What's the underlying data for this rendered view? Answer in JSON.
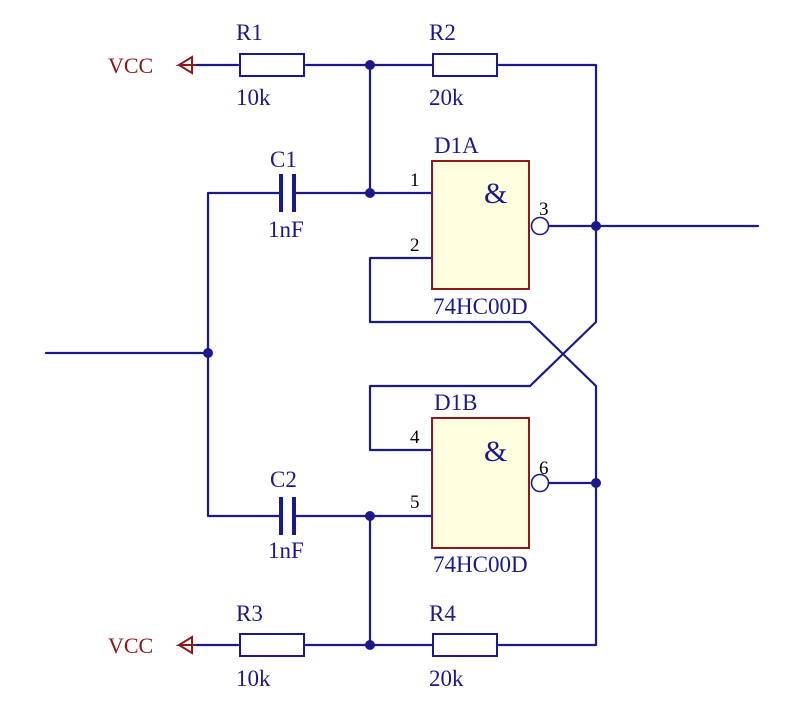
{
  "power": {
    "vcc_top": "VCC",
    "vcc_bottom": "VCC"
  },
  "resistors": {
    "r1": {
      "name": "R1",
      "value": "10k"
    },
    "r2": {
      "name": "R2",
      "value": "20k"
    },
    "r3": {
      "name": "R3",
      "value": "10k"
    },
    "r4": {
      "name": "R4",
      "value": "20k"
    }
  },
  "capacitors": {
    "c1": {
      "name": "C1",
      "value": "1nF"
    },
    "c2": {
      "name": "C2",
      "value": "1nF"
    }
  },
  "gates": {
    "d1a": {
      "name": "D1A",
      "symbol": "&",
      "part": "74HC00D",
      "pin_in1": "1",
      "pin_in2": "2",
      "pin_out": "3"
    },
    "d1b": {
      "name": "D1B",
      "symbol": "&",
      "part": "74HC00D",
      "pin_in1": "4",
      "pin_in2": "5",
      "pin_out": "6"
    }
  }
}
